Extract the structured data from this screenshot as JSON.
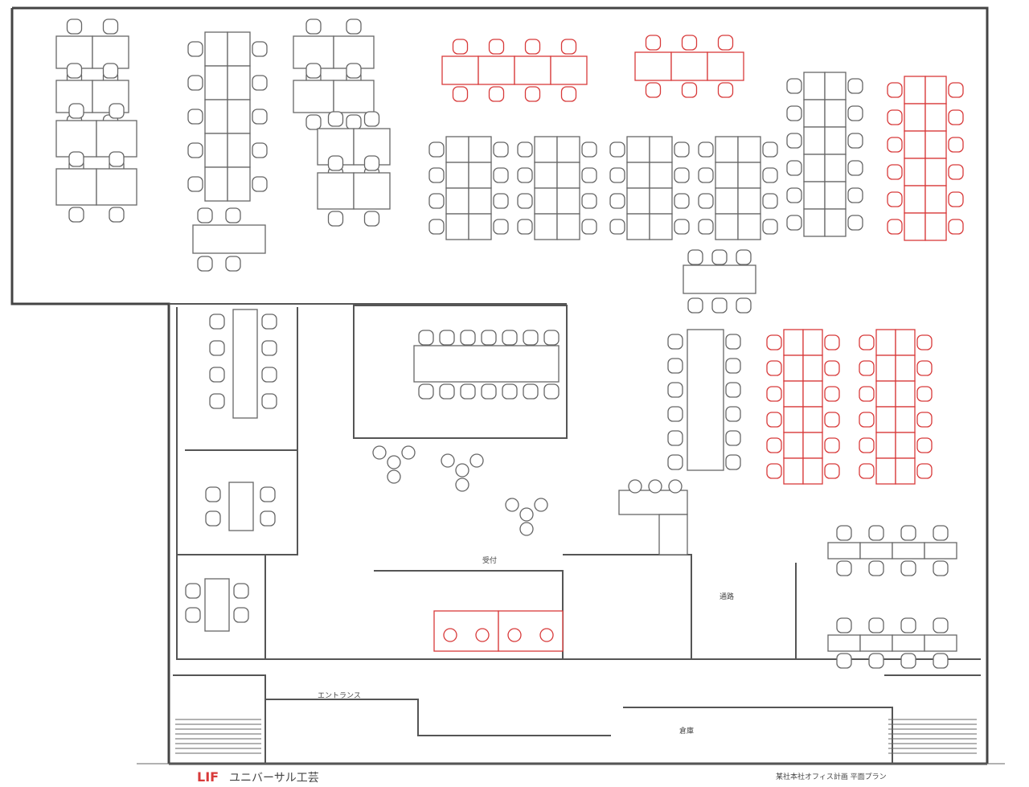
{
  "plan": {
    "colors": {
      "wall": "#444444",
      "furniture": "#666666",
      "highlight": "#d83a3a",
      "paper": "#ffffff"
    },
    "room_labels": {
      "hall": "エントランス",
      "storage_room": "倉庫",
      "corridor": "通路",
      "reception": "受付"
    },
    "title_block": {
      "logo": "LIF",
      "company": "ユニバーサル工芸",
      "drawing_title": "某社本社オフィス計画 平面プラン"
    }
  }
}
